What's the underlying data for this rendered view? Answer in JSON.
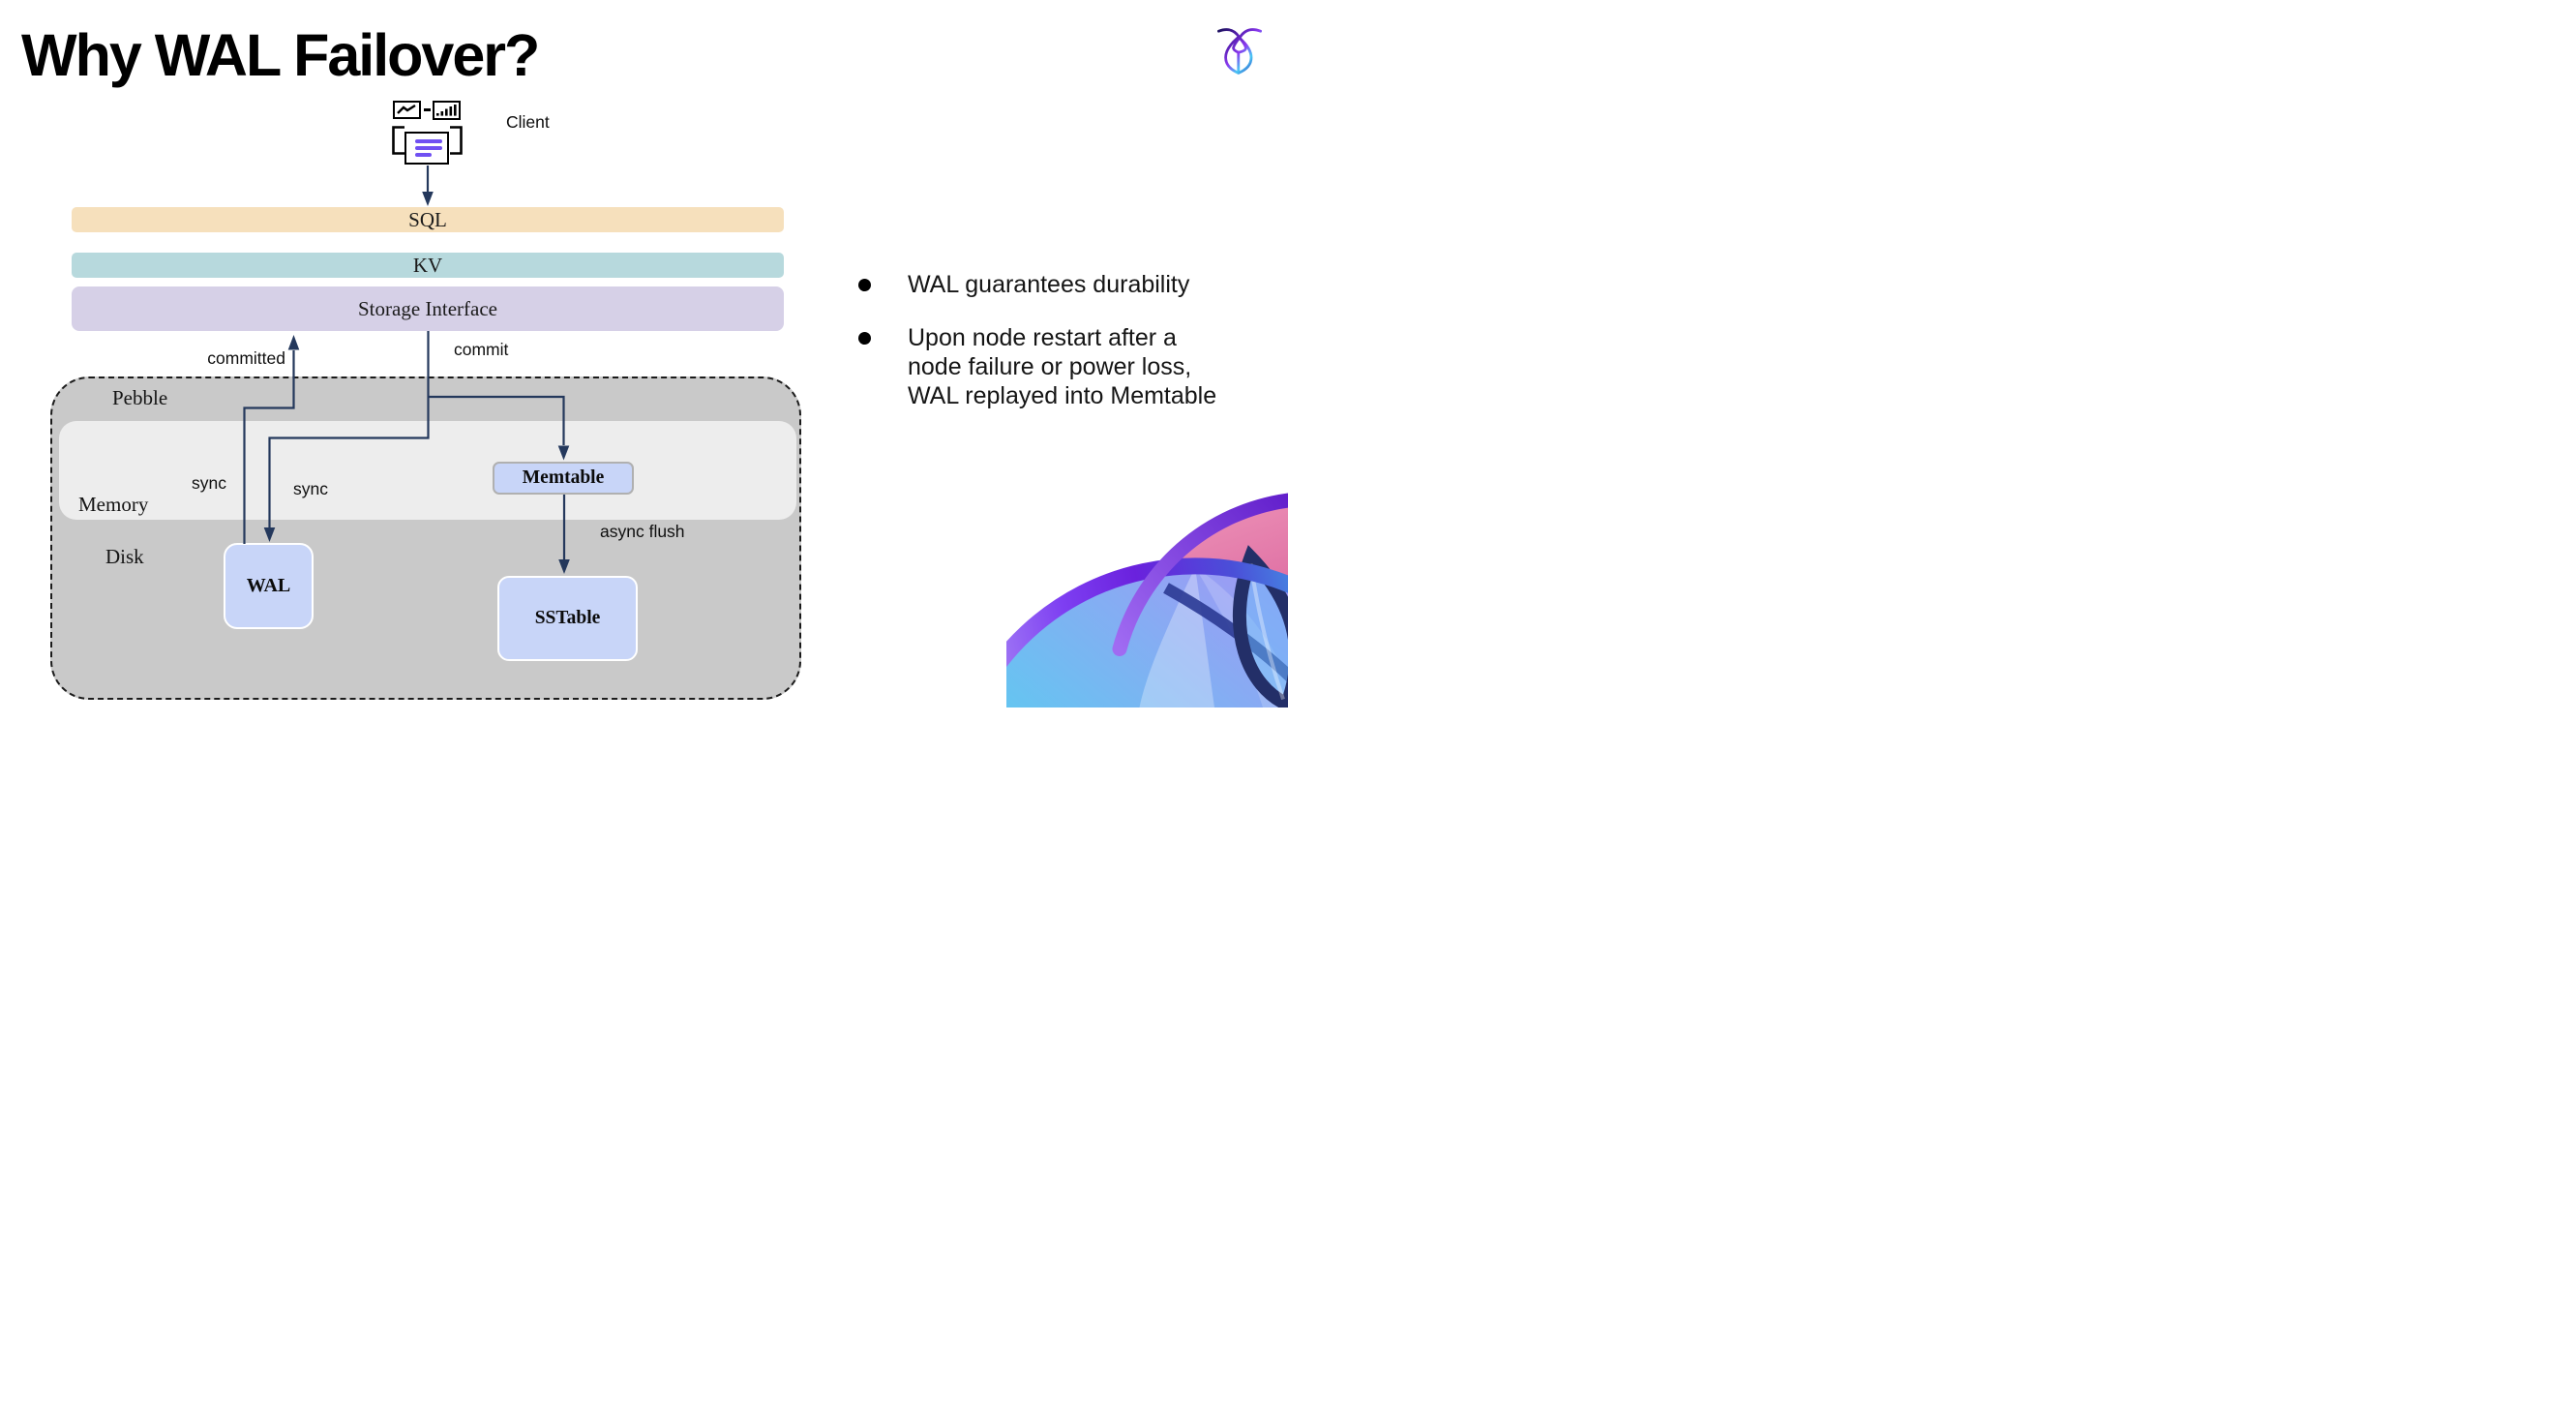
{
  "slide": {
    "title": "Why WAL Failover?"
  },
  "client": {
    "label": "Client"
  },
  "stack": {
    "sql": "SQL",
    "kv": "KV",
    "storage": "Storage Interface"
  },
  "pebble": {
    "title": "Pebble",
    "memory": "Memory",
    "disk": "Disk",
    "wal": "WAL",
    "memtable": "Memtable",
    "sstable": "SSTable"
  },
  "edges": {
    "committed": "committed",
    "commit": "commit",
    "sync_left": "sync",
    "sync_right": "sync",
    "async_flush": "async flush"
  },
  "bullets": [
    {
      "lines": [
        "WAL guarantees durability"
      ]
    },
    {
      "lines": [
        "Upon node restart after a",
        "node failure or power loss,",
        "WAL replayed into Memtable"
      ]
    }
  ],
  "colors": {
    "sql_bar": "#f6e0bc",
    "kv_bar": "#b7d9dd",
    "storage_bar": "#d6d0e7",
    "pebble_fill": "#c9c9c9",
    "memory_fill": "#ededed",
    "node_fill": "#c8d5f8",
    "arrow": "#24385c",
    "doc_lines": "#7050f2",
    "logo_purple": "#7c3aed",
    "logo_cyan": "#49c8f5",
    "deco_pink": "#c23e7e",
    "deco_cyan": "#58f4e4"
  }
}
